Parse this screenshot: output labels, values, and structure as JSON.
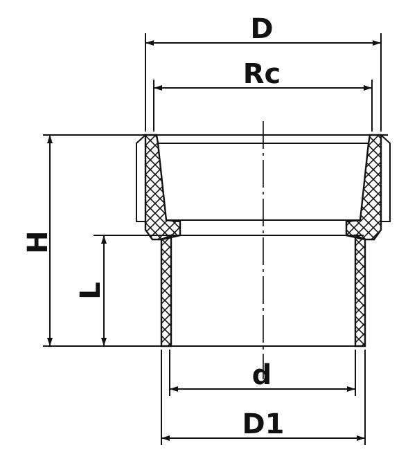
{
  "labels": {
    "D": "D",
    "Rc": "Rc",
    "H": "H",
    "L": "L",
    "d": "d",
    "D1": "D1"
  },
  "colors": {
    "line": "#111111",
    "background": "#ffffff"
  }
}
